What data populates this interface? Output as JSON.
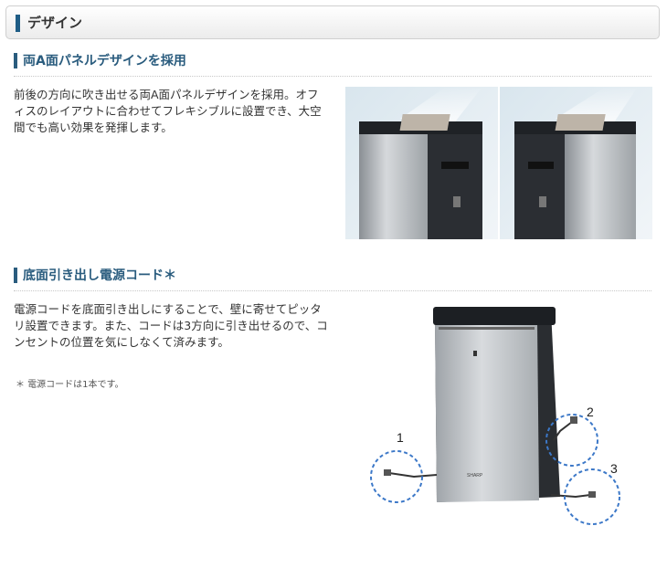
{
  "header": {
    "title": "デザイン"
  },
  "section1": {
    "title": "両A面パネルデザインを採用",
    "body": "前後の方向に吹き出せる両A面パネルデザインを採用。オフィスのレイアウトに合わせてフレキシブルに設置でき、大空間でも高い効果を発揮します。"
  },
  "section2": {
    "title": "底面引き出し電源コード＊",
    "body": "電源コードを底面引き出しにすることで、壁に寄せてピッタリ設置できます。また、コードは3方向に引き出せるので、コンセントの位置を気にしなくて済みます。",
    "note": "＊ 電源コードは1本です。"
  },
  "diagram": {
    "labels": [
      "1",
      "2",
      "3"
    ],
    "brand": "SHARP"
  },
  "colors": {
    "accent": "#2a5c7e",
    "circle": "#3c78c8"
  }
}
